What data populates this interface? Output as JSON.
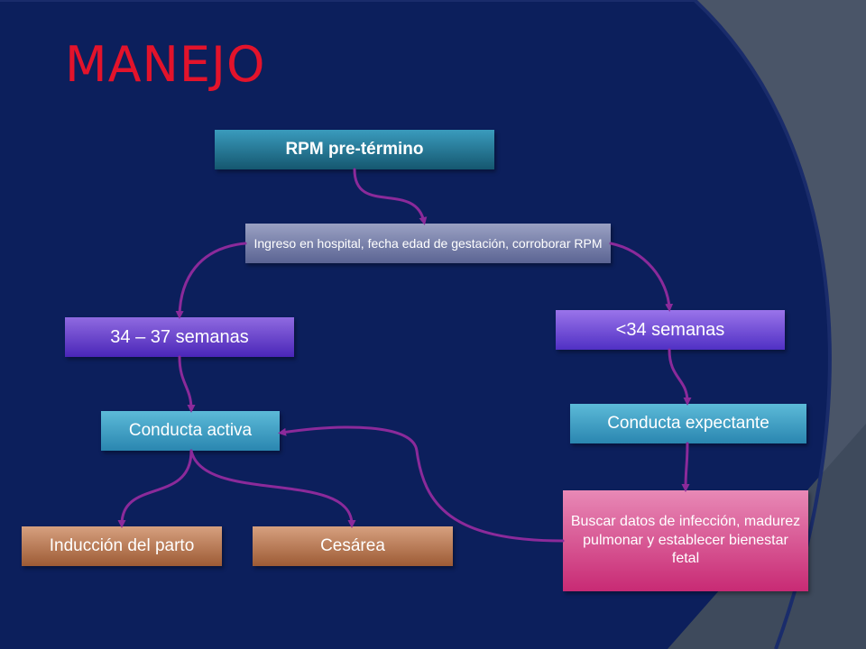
{
  "title": "MANEJO",
  "colors": {
    "title": "#e3132b",
    "connector": "#8b2a9a",
    "background_dark": "#0c1f5c",
    "background_panel": "#3e4a5c"
  },
  "boxes": {
    "rpm": "RPM pre-término",
    "ingreso": "Ingreso en hospital, fecha edad de gestación, corroborar RPM",
    "semanas_34_37": "34 – 37 semanas",
    "semanas_menos_34": "<34 semanas",
    "conducta_activa": "Conducta activa",
    "conducta_expectante": "Conducta expectante",
    "induccion": "Inducción del parto",
    "cesarea": "Cesárea",
    "buscar": "Buscar datos de infección, madurez pulmonar y establecer bienestar fetal"
  }
}
